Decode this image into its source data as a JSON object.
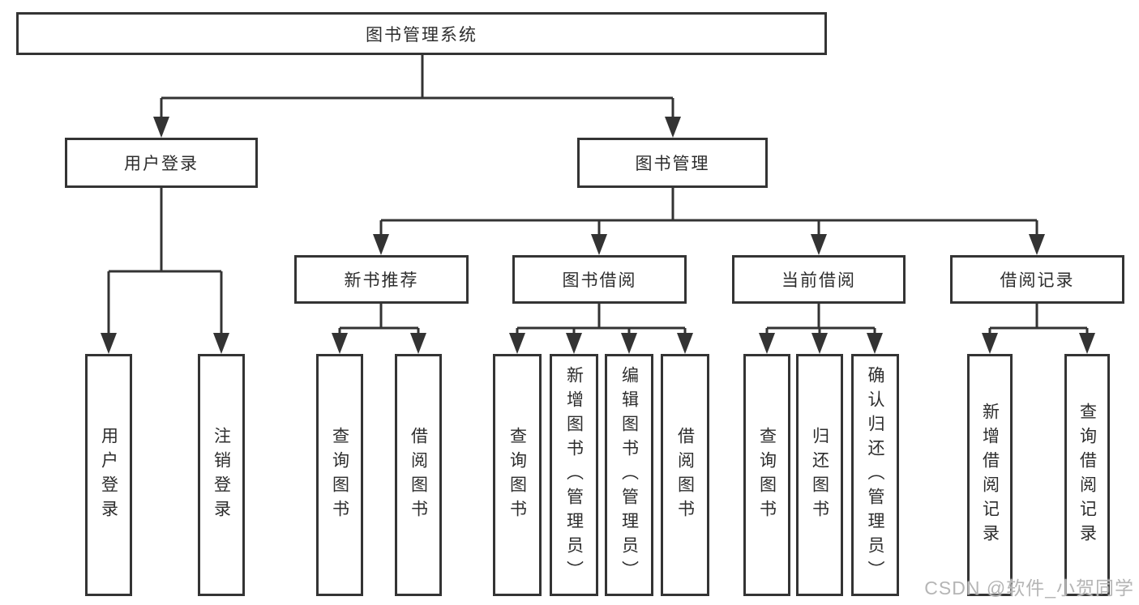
{
  "diagram": {
    "type": "hierarchy-diagram",
    "root": {
      "label": "图书管理系统"
    },
    "level2": [
      {
        "id": "user-login",
        "label": "用户登录"
      },
      {
        "id": "book-management",
        "label": "图书管理"
      }
    ],
    "level3": [
      {
        "id": "new-book-recommendation",
        "parent": "图书管理",
        "label": "新书推荐"
      },
      {
        "id": "book-borrowing",
        "parent": "图书管理",
        "label": "图书借阅"
      },
      {
        "id": "current-borrowing",
        "parent": "图书管理",
        "label": "当前借阅"
      },
      {
        "id": "borrowing-records",
        "parent": "图书管理",
        "label": "借阅记录"
      }
    ],
    "leaves": [
      {
        "parent": "用户登录",
        "label": "用户登录"
      },
      {
        "parent": "用户登录",
        "label": "注销登录"
      },
      {
        "parent": "新书推荐",
        "label": "查询图书"
      },
      {
        "parent": "新书推荐",
        "label": "借阅图书"
      },
      {
        "parent": "图书借阅",
        "label": "查询图书"
      },
      {
        "parent": "图书借阅",
        "label": "新增图书（管理员）"
      },
      {
        "parent": "图书借阅",
        "label": "编辑图书（管理员）"
      },
      {
        "parent": "图书借阅",
        "label": "借阅图书"
      },
      {
        "parent": "当前借阅",
        "label": "查询图书"
      },
      {
        "parent": "当前借阅",
        "label": "归还图书"
      },
      {
        "parent": "当前借阅",
        "label": "确认归还（管理员）"
      },
      {
        "parent": "借阅记录",
        "label": "新增借阅记录"
      },
      {
        "parent": "借阅记录",
        "label": "查询借阅记录"
      }
    ],
    "colors": {
      "line": "#333333",
      "border": "#343434",
      "text": "#2d2d2d",
      "background": "#ffffff",
      "watermark": "#b5b5b5"
    }
  },
  "watermark": {
    "text": "CSDN @软件_小贺同学"
  }
}
